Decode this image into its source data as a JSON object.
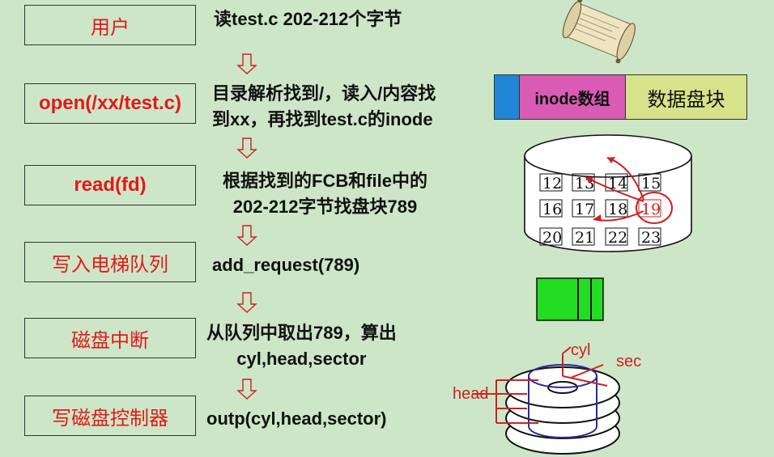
{
  "steps": [
    {
      "label": "用户"
    },
    {
      "label": "open(/xx/test.c)"
    },
    {
      "label": "read(fd)"
    },
    {
      "label": "写入电梯队列"
    },
    {
      "label": "磁盘中断"
    },
    {
      "label": "写磁盘控制器"
    }
  ],
  "descriptions": [
    {
      "lines": [
        "读test.c 202-212个字节"
      ]
    },
    {
      "lines": [
        "目录解析找到/，读入/内容找",
        "到xx，再找到test.c的inode"
      ]
    },
    {
      "lines": [
        "根据找到的FCB和file中的",
        "202-212字节找盘块789"
      ]
    },
    {
      "lines": [
        "add_request(789)"
      ]
    },
    {
      "lines": [
        "从队列中取出789，算出",
        "cyl,head,sector"
      ]
    },
    {
      "lines": [
        "outp(cyl,head,sector)"
      ]
    }
  ],
  "fs_layout": {
    "inode_label": "inode数组",
    "data_label": "数据盘块",
    "colors": {
      "boot": "#1f87d6",
      "inode": "#d95bb3",
      "data": "#d6e38a"
    }
  },
  "disk_blocks": {
    "row1": [
      "12",
      "13",
      "14",
      "15"
    ],
    "row2": [
      "16",
      "17",
      "18",
      "19"
    ],
    "row3": [
      "20",
      "21",
      "22",
      "23"
    ]
  },
  "disk_labels": {
    "cyl": "cyl",
    "sec": "sec",
    "head": "head"
  },
  "colors": {
    "accent_red": "#e01a1a",
    "queue_green": "#22dd22"
  }
}
